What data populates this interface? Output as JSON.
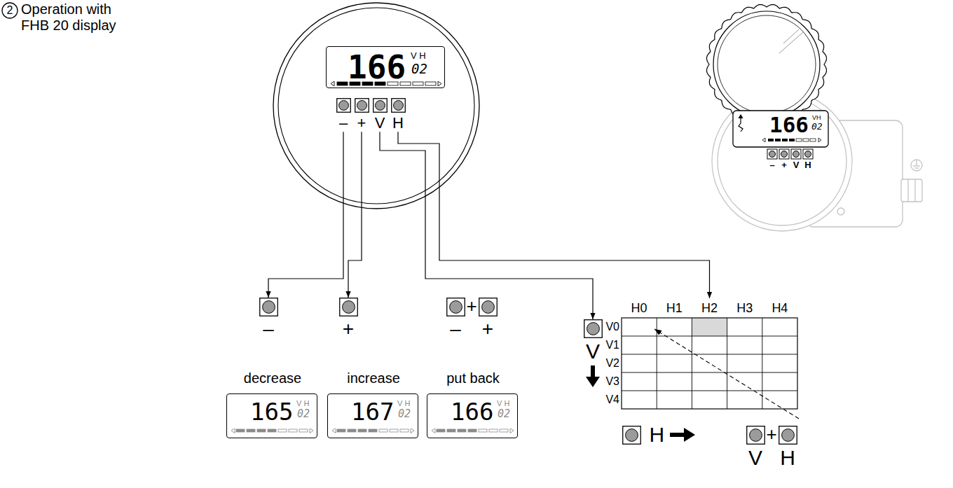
{
  "diagram": {
    "title": "Operation with FHB 20 display",
    "nodes": [
      {
        "text": [
          "166",
          "V H",
          "02"
        ]
      },
      {
        "text": [
          "–"
        ]
      },
      {
        "text": [
          "+"
        ]
      },
      {
        "text": [
          "V"
        ]
      },
      {
        "text": [
          "H"
        ]
      },
      {
        "text": [
          "–"
        ]
      },
      {
        "text": [
          "+"
        ]
      },
      {
        "text": [
          "–"
        ]
      },
      {
        "text": [
          "+"
        ]
      },
      {
        "text": [
          "decrease",
          "165",
          "V H",
          "02"
        ]
      },
      {
        "text": [
          "increase",
          "167",
          "V H",
          "02"
        ]
      },
      {
        "text": [
          "put back",
          "166",
          "V H",
          "02"
        ]
      },
      {
        "text": [
          "V"
        ]
      },
      {
        "text": [
          "H0",
          "H1",
          "H2",
          "H3",
          "H4",
          "V0",
          "V1",
          "V2",
          "V3",
          "V4"
        ]
      },
      {
        "text": [
          "H"
        ]
      },
      {
        "text": [
          "V"
        ]
      },
      {
        "text": [
          "H"
        ]
      }
    ],
    "edges": [
      {
        "from": 1,
        "to": 5,
        "arrow": "to"
      },
      {
        "from": 2,
        "to": 6,
        "arrow": "to"
      },
      {
        "from": 3,
        "to": 12,
        "arrow": "to"
      },
      {
        "from": 4,
        "to": 13,
        "arrow": "to"
      }
    ],
    "labels": [
      "2",
      "+",
      "+",
      "166",
      "VH",
      "02",
      "–",
      "+",
      "V",
      "H"
    ]
  }
}
